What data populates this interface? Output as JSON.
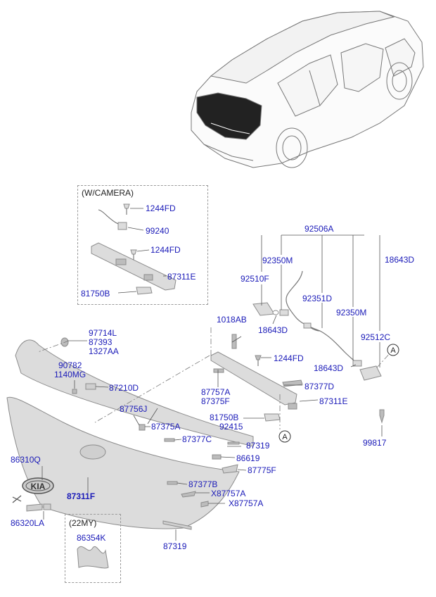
{
  "colors": {
    "label": "#1a1ab8",
    "line": "#555555",
    "part_fill": "#dcdcdc",
    "part_stroke": "#8c8c8c"
  },
  "boxes": {
    "camera": {
      "caption": "(W/CAMERA)"
    },
    "my22": {
      "caption": "(22MY)"
    }
  },
  "labels": {
    "l1244fd_a": "1244FD",
    "l99240": "99240",
    "l1244fd_b": "1244FD",
    "l87311e_a": "87311E",
    "l81750b_a": "81750B",
    "l92506a": "92506A",
    "l92350m_a": "92350M",
    "l18643d_a": "18643D",
    "l92510f": "92510F",
    "l92351d": "92351D",
    "l92350m_b": "92350M",
    "l18643d_b": "18643D",
    "l1018ab": "1018AB",
    "l92512c": "92512C",
    "l18643d_c": "18643D",
    "l97714l": "97714L",
    "l87393": "87393",
    "l1327aa": "1327AA",
    "l90782": "90782",
    "l1140mg": "1140MG",
    "l87210d": "87210D",
    "l1244fd_c": "1244FD",
    "l87377d": "87377D",
    "l87757a": "87757A",
    "l87375f": "87375F",
    "l87311e_b": "87311E",
    "l87756j": "87756J",
    "l87375a": "87375A",
    "l81750b_b": "81750B",
    "l92415": "92415",
    "l87377c": "87377C",
    "l87319_a": "87319",
    "l99817": "99817",
    "l86310q": "86310Q",
    "l86619": "86619",
    "l87775f": "87775F",
    "l87311f": "87311F",
    "l87377b": "87377B",
    "lx87757a_a": "X87757A",
    "lx87757a_b": "X87757A",
    "l86320la": "86320LA",
    "l86354k": "86354K",
    "l87319_b": "87319"
  },
  "refs": {
    "a1": "A",
    "a2": "A"
  },
  "logo": {
    "text": "KIA"
  }
}
